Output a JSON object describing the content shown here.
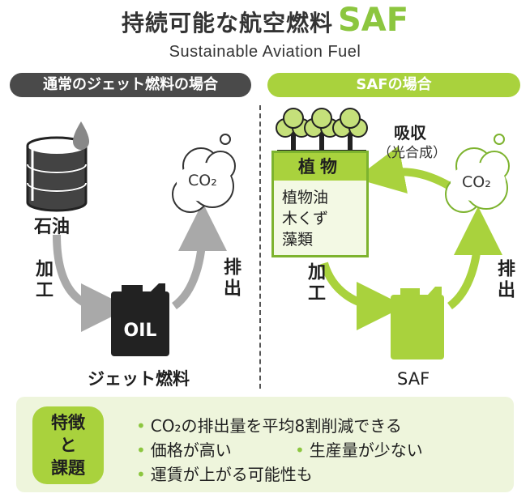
{
  "title": {
    "ja": "持続可能な航空燃料",
    "saf": "SAF",
    "subtitle": "Sustainable Aviation Fuel"
  },
  "left": {
    "header": "通常のジェット燃料の場合",
    "oil_label": "石油",
    "process": "加工",
    "exhaust": "排出",
    "can_text": "OIL",
    "product": "ジェット燃料",
    "co2": "CO₂"
  },
  "right": {
    "header": "SAFの場合",
    "absorb": "吸収",
    "absorb_note": "（光合成）",
    "plant_header": "植物",
    "plant_items": [
      "植物油",
      "木くず",
      "藻類"
    ],
    "process": "加工",
    "exhaust": "排出",
    "product": "SAF",
    "co2": "CO₂"
  },
  "features": {
    "badge": [
      "特徴",
      "と",
      "課題"
    ],
    "items": [
      "CO₂の排出量を平均8割削減できる",
      "価格が高い",
      "生産量が少ない",
      "運賃が上がる可能性も"
    ]
  },
  "colors": {
    "green": "#a9d23d",
    "dark": "#4a4a4a",
    "can_dark": "#222222",
    "light_bg": "#eef5dc"
  }
}
